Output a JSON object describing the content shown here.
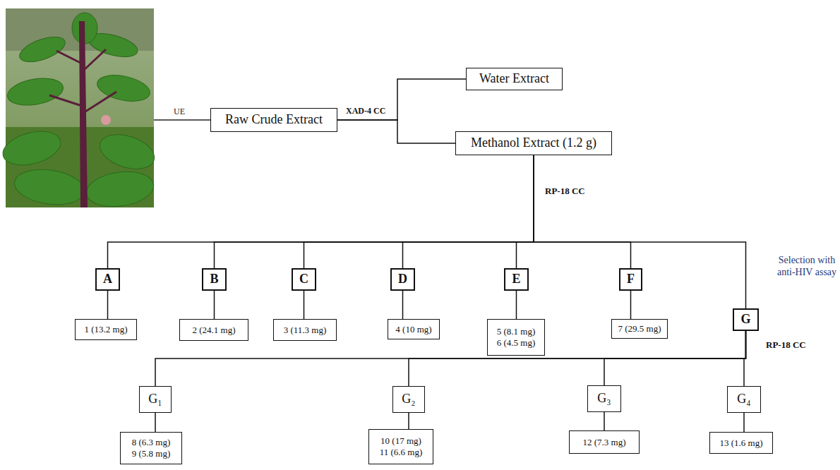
{
  "diagram": {
    "nodes": [
      {
        "text": [
          "Raw Crude Extract"
        ]
      },
      {
        "text": [
          "Water Extract"
        ]
      },
      {
        "text": [
          "Methanol Extract (1.2 g)"
        ]
      },
      {
        "text": [
          "A"
        ]
      },
      {
        "text": [
          "B"
        ]
      },
      {
        "text": [
          "C"
        ]
      },
      {
        "text": [
          "D"
        ]
      },
      {
        "text": [
          "E"
        ]
      },
      {
        "text": [
          "F"
        ]
      },
      {
        "text": [
          "1 (13.2 mg)"
        ]
      },
      {
        "text": [
          "2 (24.1 mg)"
        ]
      },
      {
        "text": [
          "3 (11.3 mg)"
        ]
      },
      {
        "text": [
          "4 (10 mg)"
        ]
      },
      {
        "text": [
          "5 (8.1 mg)",
          "6 (4.5 mg)"
        ]
      },
      {
        "text": [
          "7 (29.5 mg)"
        ]
      },
      {
        "text": [
          "G"
        ]
      },
      {
        "text": [
          "G₁"
        ]
      },
      {
        "text": [
          "G₂"
        ]
      },
      {
        "text": [
          "G₃"
        ]
      },
      {
        "text": [
          "G₄"
        ]
      },
      {
        "text": [
          "8 (6.3 mg)",
          "9 (5.8 mg)"
        ]
      },
      {
        "text": [
          "10 (17 mg)",
          "11 (6.6 mg)"
        ]
      },
      {
        "text": [
          "12 (7.3 mg)"
        ]
      },
      {
        "text": [
          "13 (1.6 mg)"
        ]
      }
    ],
    "edges": [
      {
        "from": 0,
        "to": 1,
        "arrow": "none"
      },
      {
        "from": 0,
        "to": 2,
        "arrow": "none"
      },
      {
        "from": 2,
        "to": 3,
        "arrow": "none"
      },
      {
        "from": 2,
        "to": 4,
        "arrow": "none"
      },
      {
        "from": 2,
        "to": 5,
        "arrow": "none"
      },
      {
        "from": 2,
        "to": 6,
        "arrow": "none"
      },
      {
        "from": 2,
        "to": 7,
        "arrow": "none"
      },
      {
        "from": 2,
        "to": 8,
        "arrow": "none"
      },
      {
        "from": 2,
        "to": 15,
        "arrow": "none"
      },
      {
        "from": 3,
        "to": 9,
        "arrow": "none"
      },
      {
        "from": 4,
        "to": 10,
        "arrow": "none"
      },
      {
        "from": 5,
        "to": 11,
        "arrow": "none"
      },
      {
        "from": 6,
        "to": 12,
        "arrow": "none"
      },
      {
        "from": 7,
        "to": 13,
        "arrow": "none"
      },
      {
        "from": 8,
        "to": 14,
        "arrow": "none"
      },
      {
        "from": 15,
        "to": 16,
        "arrow": "none"
      },
      {
        "from": 15,
        "to": 17,
        "arrow": "none"
      },
      {
        "from": 15,
        "to": 18,
        "arrow": "none"
      },
      {
        "from": 15,
        "to": 19,
        "arrow": "none"
      },
      {
        "from": 16,
        "to": 20,
        "arrow": "none"
      },
      {
        "from": 17,
        "to": 21,
        "arrow": "none"
      },
      {
        "from": 18,
        "to": 22,
        "arrow": "none"
      },
      {
        "from": 19,
        "to": 23,
        "arrow": "none"
      }
    ],
    "labels": [
      "UE",
      "XAD-4 CC",
      "RP-18 CC",
      "Selection with anti-HIV assay",
      "RP-18 CC"
    ]
  }
}
